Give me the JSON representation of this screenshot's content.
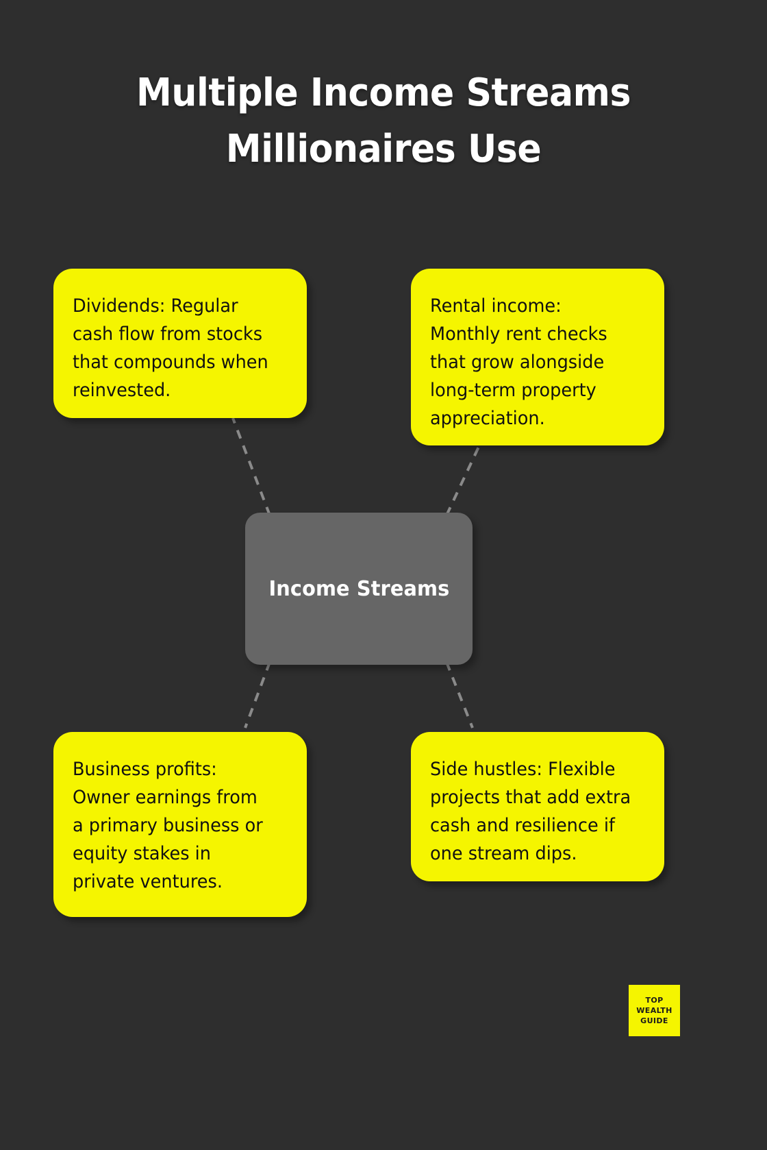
{
  "theme": {
    "background": "#2e2e2e",
    "accent": "#f5f500",
    "hub_fill": "#666666",
    "title_color": "#ffffff",
    "card_text_color": "#111111",
    "connector_color": "#8a8a8a"
  },
  "title": {
    "line1": "Multiple Income Streams",
    "line2": "Millionaires Use"
  },
  "hub": {
    "label": "Income Streams"
  },
  "cards": [
    {
      "id": "dividends",
      "text": "Dividends: Regular\ncash flow from stocks\nthat compounds when\nreinvested."
    },
    {
      "id": "rental",
      "text": "Rental income:\nMonthly rent checks\nthat grow alongside\nlong-term property\nappreciation."
    },
    {
      "id": "business",
      "text": "Business profits:\nOwner earnings from\na primary business or\nequity stakes in\nprivate ventures."
    },
    {
      "id": "side-hustles",
      "text": "Side hustles: Flexible\nprojects that add extra\ncash and resilience if\none stream dips."
    }
  ],
  "logo": {
    "line1": "TOP",
    "line2": "WEALTH",
    "line3": "GUIDE"
  }
}
